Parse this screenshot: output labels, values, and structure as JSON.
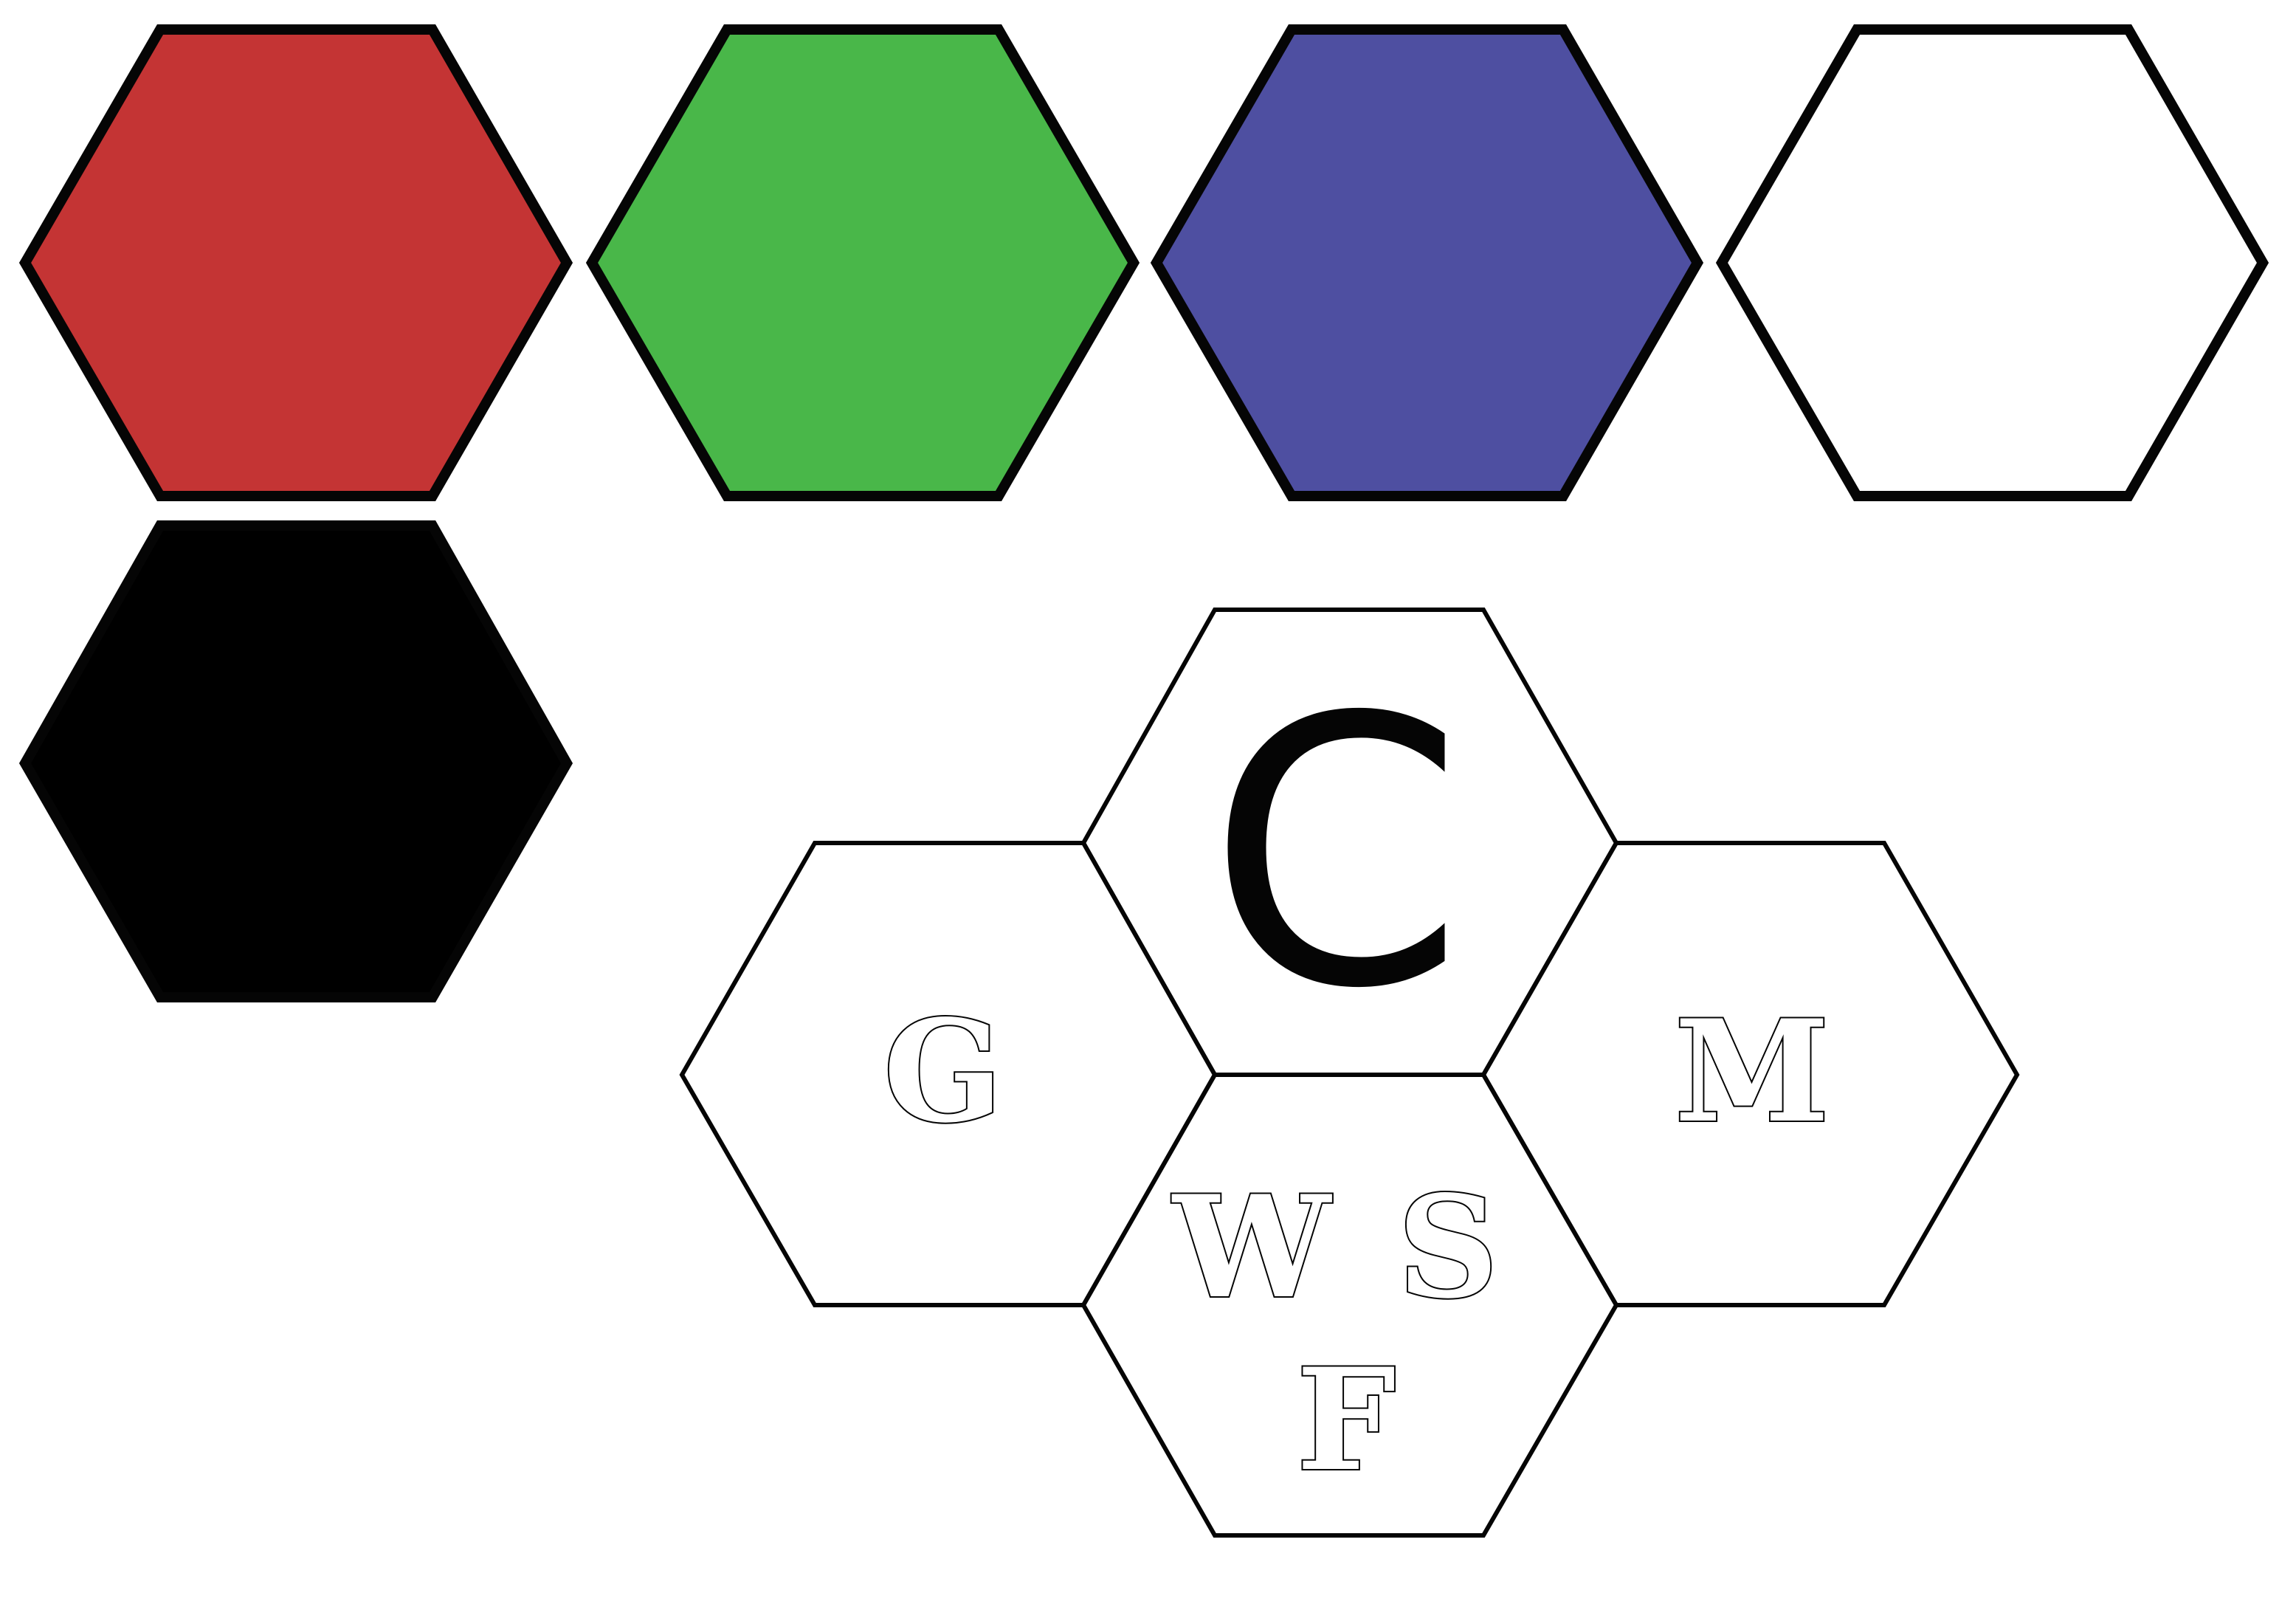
{
  "palette": {
    "swatches": [
      {
        "name": "red",
        "color": "#c43434"
      },
      {
        "name": "green",
        "color": "#49b749"
      },
      {
        "name": "blue",
        "color": "#4e4fa1"
      },
      {
        "name": "white",
        "color": "#ffffff"
      },
      {
        "name": "black",
        "color": "#000000"
      }
    ],
    "outline_color": "#050505"
  },
  "tile": {
    "center_letter": "C",
    "left_label": "G",
    "right_label": "M",
    "bottom_labels": [
      "W",
      "S",
      "F"
    ]
  }
}
